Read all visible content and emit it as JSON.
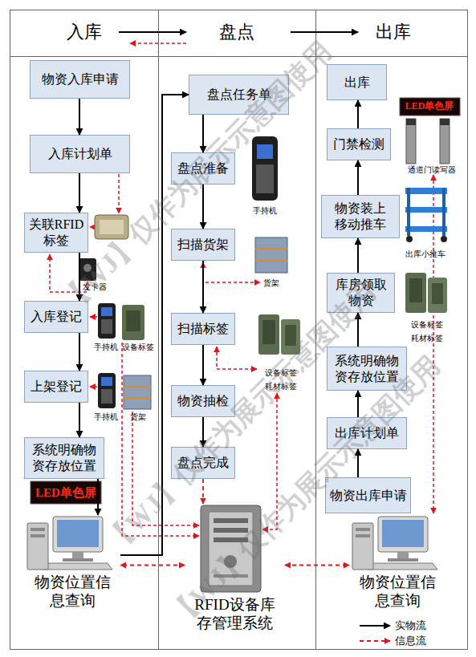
{
  "diagram": {
    "nodes": [
      {
        "text": [
          "物资入库申请"
        ]
      },
      {
        "text": [
          "入库计划单"
        ]
      },
      {
        "text": [
          "关联RFID标签"
        ]
      },
      {
        "text": [
          "入库登记"
        ]
      },
      {
        "text": [
          "上架登记"
        ]
      },
      {
        "text": [
          "系统明确物资存放位置"
        ]
      },
      {
        "text": [
          "盘点任务单"
        ]
      },
      {
        "text": [
          "盘点准备"
        ]
      },
      {
        "text": [
          "扫描货架"
        ]
      },
      {
        "text": [
          "扫描标签"
        ]
      },
      {
        "text": [
          "物资抽检"
        ]
      },
      {
        "text": [
          "盘点完成"
        ]
      },
      {
        "text": [
          "出库"
        ]
      },
      {
        "text": [
          "门禁检测"
        ]
      },
      {
        "text": [
          "物资装上移动推车"
        ]
      },
      {
        "text": [
          "库房领取物资"
        ]
      },
      {
        "text": [
          "系统明确物资存放位置"
        ]
      },
      {
        "text": [
          "出库计划单"
        ]
      },
      {
        "text": [
          "物资出库申请"
        ]
      },
      {
        "text": [
          "物资位置信息查询"
        ]
      },
      {
        "text": [
          "RFID设备库存管理系统"
        ]
      },
      {
        "text": [
          "物资位置信息查询"
        ]
      }
    ],
    "edges": [
      {
        "from": 0,
        "to": 1,
        "arrow": "to"
      },
      {
        "from": 1,
        "to": 2,
        "arrow": "to"
      },
      {
        "from": 2,
        "to": 3,
        "arrow": "to"
      },
      {
        "from": 3,
        "to": 4,
        "arrow": "to"
      },
      {
        "from": 4,
        "to": 5,
        "arrow": "to"
      },
      {
        "from": 5,
        "to": 19,
        "arrow": "to"
      },
      {
        "from": 19,
        "to": 6,
        "arrow": "to"
      },
      {
        "from": 6,
        "to": 7,
        "arrow": "to"
      },
      {
        "from": 7,
        "to": 8,
        "arrow": "to"
      },
      {
        "from": 8,
        "to": 9,
        "arrow": "to"
      },
      {
        "from": 9,
        "to": 10,
        "arrow": "to"
      },
      {
        "from": 10,
        "to": 11,
        "arrow": "to"
      },
      {
        "from": 18,
        "to": 17,
        "arrow": "to"
      },
      {
        "from": 17,
        "to": 16,
        "arrow": "to"
      },
      {
        "from": 16,
        "to": 15,
        "arrow": "to"
      },
      {
        "from": 15,
        "to": 14,
        "arrow": "to"
      },
      {
        "from": 14,
        "to": 13,
        "arrow": "to"
      },
      {
        "from": 13,
        "to": 12,
        "arrow": "to"
      },
      {
        "from": 11,
        "to": 20,
        "arrow": "to"
      },
      {
        "from": 20,
        "to": 19,
        "arrow": "both"
      },
      {
        "from": 20,
        "to": 21,
        "arrow": "both"
      }
    ],
    "labels": [
      "入库",
      "盘点",
      "出库",
      "发卡器",
      "手持机",
      "设备标签",
      "手持机",
      "货架",
      "手持机",
      "货架",
      "设备标签",
      "耗材标签",
      "LED单色屏",
      "通道门读写器",
      "出库小推车",
      "设备标签",
      "耗材标签",
      "LED单色屏",
      "【WJ】仅作为展示示意图使用",
      "【WJ】仅作为展示示意图使用",
      "【WJ】仅作为展示示意图使用"
    ],
    "legend": [
      {
        "text": "实物流"
      },
      {
        "text": "信息流"
      }
    ]
  }
}
